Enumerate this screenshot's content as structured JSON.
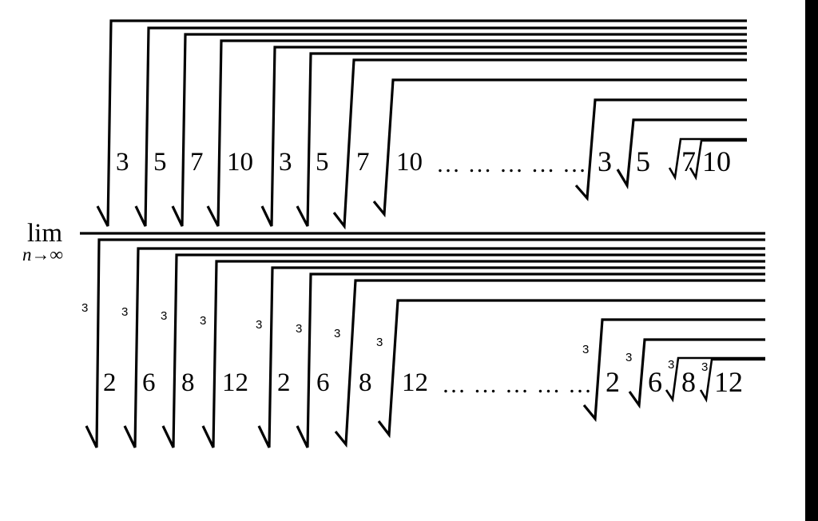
{
  "limit": {
    "operator": "lim",
    "subscript": "n→∞"
  },
  "numerator": {
    "outer_terms": [
      "3",
      "5",
      "7",
      "10",
      "3",
      "5",
      "7",
      "10"
    ],
    "ellipsis": "… … … … …",
    "inner_terms": [
      "3",
      "5",
      "7",
      "10"
    ]
  },
  "denominator": {
    "root_index": "3",
    "outer_terms": [
      "2",
      "6",
      "8",
      "12",
      "2",
      "6",
      "8",
      "12"
    ],
    "ellipsis": "… … … … …",
    "inner_terms": [
      "2",
      "6",
      "8",
      "12"
    ]
  }
}
